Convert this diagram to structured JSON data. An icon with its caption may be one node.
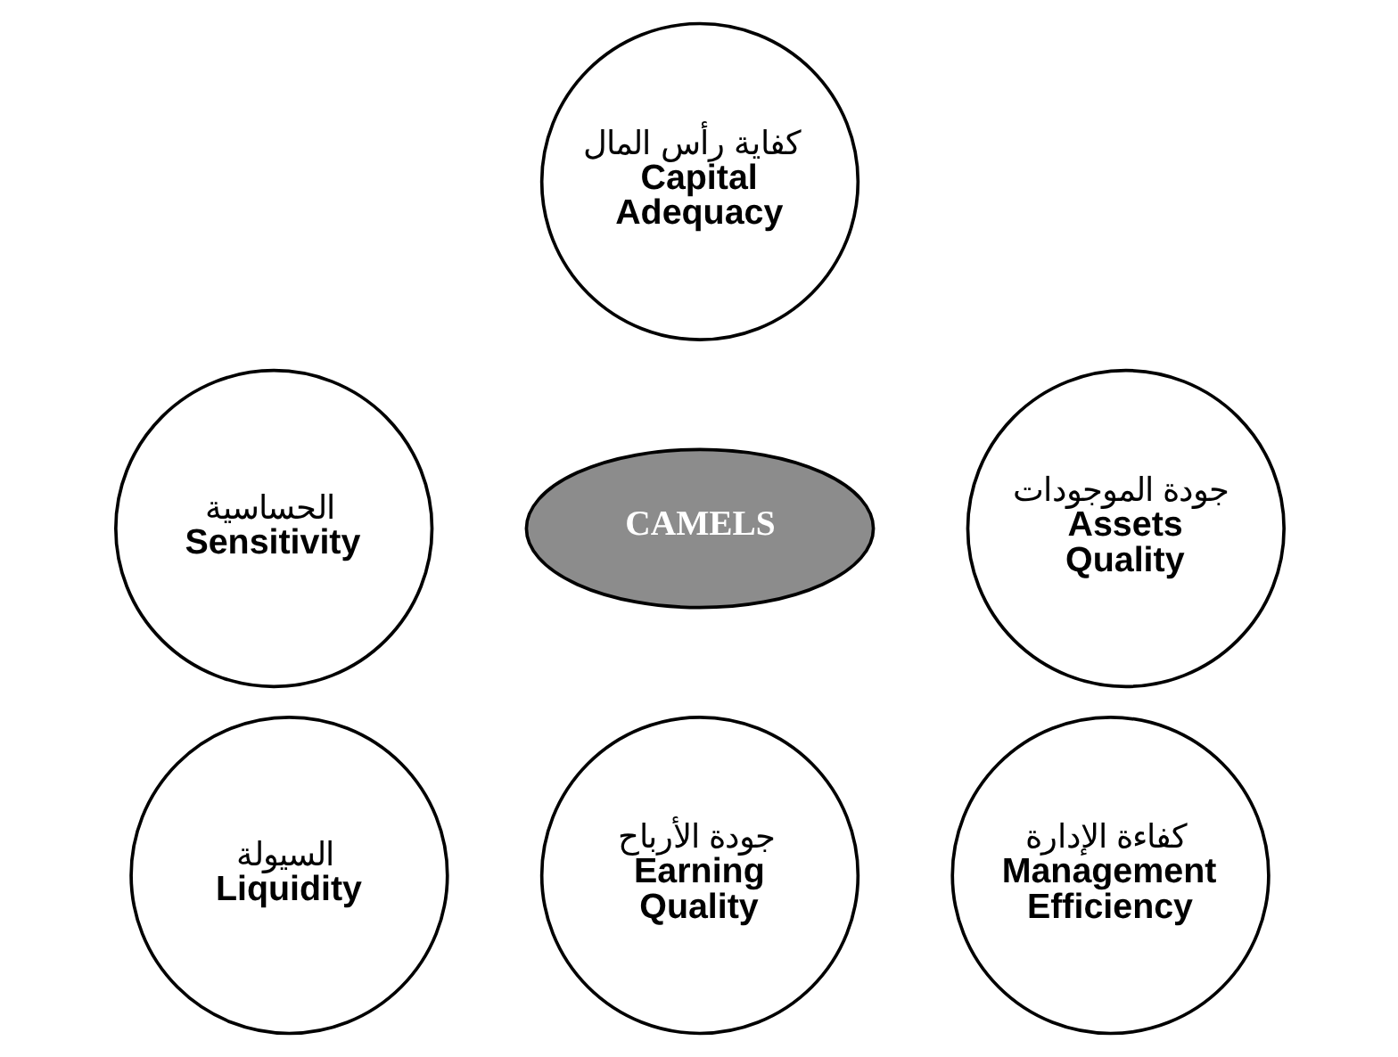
{
  "diagram": {
    "nodes": [
      {
        "text": [
          "كفاية رأس المال",
          "Capital Adequacy"
        ]
      },
      {
        "text": [
          "الحساسية",
          "Sensitivity"
        ]
      },
      {
        "text": [
          "جودة الموجودات",
          "Assets Quality"
        ]
      },
      {
        "text": [
          "CAMELS"
        ]
      },
      {
        "text": [
          "السيولة",
          "Liquidity"
        ]
      },
      {
        "text": [
          "جودة الأرباح",
          "Earning Quality"
        ]
      },
      {
        "text": [
          "كفاءة الإدارة",
          "Management Efficiency"
        ]
      }
    ]
  }
}
